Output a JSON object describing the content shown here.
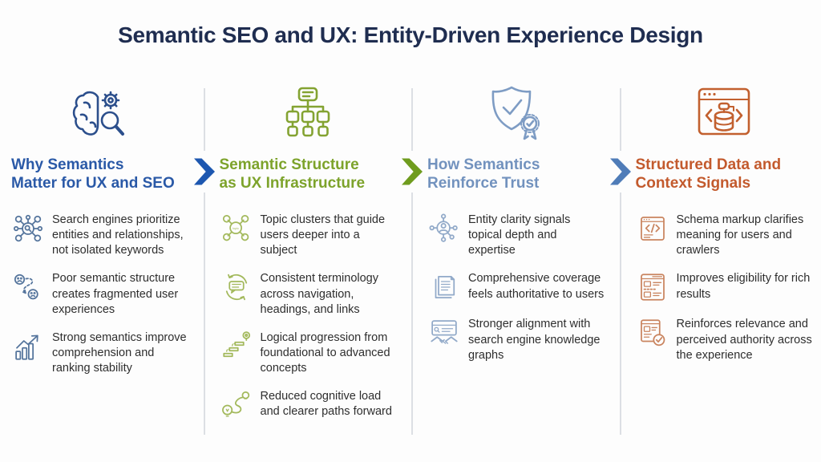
{
  "title": "Semantic SEO and UX: Entity-Driven Experience Design",
  "colors": {
    "title_navy": "#1f2d50",
    "divider_gray": "#dcdfe4",
    "body_text": "#2e2e2e",
    "background": "#fdfdfd"
  },
  "connectors": [
    {
      "name": "chevron-1",
      "color": "#1d57b0"
    },
    {
      "name": "chevron-2",
      "color": "#6f9c1e"
    },
    {
      "name": "chevron-3",
      "color": "#4f7cb8"
    }
  ],
  "columns": [
    {
      "id": "why-semantics-matter",
      "header_icon": "brain-gear-magnifier-icon",
      "accent": "#2a59a7",
      "icon_color": "#54749c",
      "header_icon_color": "#2c4f8c",
      "heading_line1": "Why Semantics",
      "heading_line2": "Matter for UX and SEO",
      "items": [
        {
          "icon": "entity-network-icon",
          "text": "Search engines prioritize entities and relationships, not isolated keywords"
        },
        {
          "icon": "fragmented-user-journey-icon",
          "text": "Poor semantic structure creates fragmented user experiences"
        },
        {
          "icon": "ranking-growth-chart-icon",
          "text": "Strong semantics improve comprehension and ranking stability"
        }
      ]
    },
    {
      "id": "semantic-structure",
      "header_icon": "sitemap-hierarchy-icon",
      "accent": "#7da32b",
      "icon_color": "#a3b95c",
      "header_icon_color": "#84a332",
      "heading_line1": "Semantic Structure",
      "heading_line2": "as UX Infrastructure",
      "items": [
        {
          "icon": "topic-cluster-icon",
          "text": "Topic clusters that guide users deeper into a subject"
        },
        {
          "icon": "terminology-sync-icon",
          "text": "Consistent terminology across navigation, headings, and links"
        },
        {
          "icon": "progression-steps-icon",
          "text": "Logical progression from foundational to advanced concepts"
        },
        {
          "icon": "cognitive-path-icon",
          "text": "Reduced cognitive load and clearer paths forward"
        }
      ]
    },
    {
      "id": "semantics-reinforce-trust",
      "header_icon": "shield-check-award-icon",
      "accent": "#7292be",
      "icon_color": "#92aac9",
      "header_icon_color": "#7e9cc4",
      "heading_line1": "How Semantics",
      "heading_line2": "Reinforce Trust",
      "items": [
        {
          "icon": "entity-clarity-node-icon",
          "text": "Entity clarity signals topical depth and expertise"
        },
        {
          "icon": "documents-stack-icon",
          "text": "Comprehensive coverage feels authoritative to users"
        },
        {
          "icon": "knowledge-graph-handshake-icon",
          "text": "Stronger alignment with search engine knowledge graphs"
        }
      ]
    },
    {
      "id": "structured-data-signals",
      "header_icon": "browser-database-code-icon",
      "accent": "#c35a2d",
      "icon_color": "#c9845f",
      "header_icon_color": "#c2602f",
      "heading_line1": "Structured Data and",
      "heading_line2": "Context Signals",
      "items": [
        {
          "icon": "schema-code-icon",
          "text": "Schema markup clarifies meaning for users and crawlers"
        },
        {
          "icon": "rich-results-icon",
          "text": "Improves eligibility for rich results"
        },
        {
          "icon": "relevance-check-icon",
          "text": "Reinforces relevance and perceived authority across the experience"
        }
      ]
    }
  ]
}
